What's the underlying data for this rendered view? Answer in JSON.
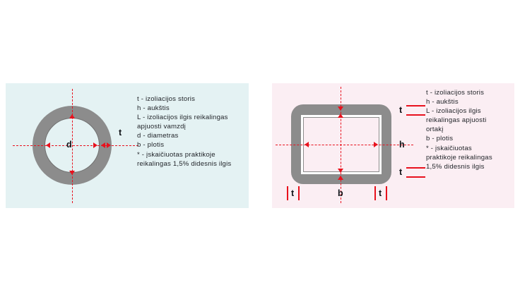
{
  "figure": {
    "panels": [
      {
        "id": "pipe",
        "shape_name": "circular-pipe-cross-section",
        "background_color": "#e4f2f3",
        "legend": "t - izoliacijos storis\nh - aukštis\nL - izoliacijos ilgis reikalingas\napjuosti vamzdį\nd - diametras\nb - plotis\n* - įskaičiuotas praktikoje\nreikalingas 1,5% didesnis ilgis",
        "dimensions": {
          "diameter": "d",
          "thickness": "t"
        }
      },
      {
        "id": "duct",
        "shape_name": "rectangular-duct-cross-section",
        "background_color": "#fbeef3",
        "legend": "t - izoliacijos storis\nh - aukštis\nL - izoliacijos ilgis\nreikalingas apjuosti\nortakį\nb - plotis\n* - įskaičiuotas\npraktikoje reikalingas\n1,5% didesnis ilgis",
        "dimensions": {
          "thickness_top": "t",
          "thickness_bottom": "t",
          "height": "h",
          "width": "b",
          "thickness_left": "t",
          "thickness_right": "t"
        }
      }
    ],
    "colors": {
      "insulation_gray": "#8c8c8c",
      "annotation_red": "#e8111d",
      "label_black": "#111418"
    }
  }
}
